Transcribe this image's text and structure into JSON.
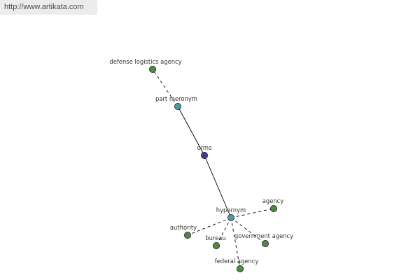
{
  "watermark": {
    "text": "http://www.artikata.com"
  },
  "colors": {
    "term": "#3d3d8f",
    "relation": "#4f9ba3",
    "leaf": "#4f8a42",
    "edge": "#000000"
  },
  "nodes": [
    {
      "id": "defense-logistics-agency",
      "label": "defense logistics agency",
      "kind": "leaf"
    },
    {
      "id": "part-meronym",
      "label": "part meronym",
      "kind": "relation"
    },
    {
      "id": "orms",
      "label": "orms",
      "kind": "term"
    },
    {
      "id": "hypernym",
      "label": "hypernym",
      "kind": "relation"
    },
    {
      "id": "agency",
      "label": "agency",
      "kind": "leaf"
    },
    {
      "id": "authority",
      "label": "authority",
      "kind": "leaf"
    },
    {
      "id": "bureau",
      "label": "bureau",
      "kind": "leaf"
    },
    {
      "id": "government-agency",
      "label": "government agency",
      "kind": "leaf"
    },
    {
      "id": "federal-agency",
      "label": "federal agency",
      "kind": "leaf"
    }
  ],
  "edges": [
    {
      "from": "orms",
      "to": "part-meronym",
      "style": "solid"
    },
    {
      "from": "orms",
      "to": "hypernym",
      "style": "solid"
    },
    {
      "from": "part-meronym",
      "to": "defense-logistics-agency",
      "style": "dashed"
    },
    {
      "from": "hypernym",
      "to": "agency",
      "style": "dashed"
    },
    {
      "from": "hypernym",
      "to": "authority",
      "style": "dashed"
    },
    {
      "from": "hypernym",
      "to": "bureau",
      "style": "dashed"
    },
    {
      "from": "hypernym",
      "to": "government-agency",
      "style": "dashed"
    },
    {
      "from": "hypernym",
      "to": "federal-agency",
      "style": "dashed"
    }
  ]
}
